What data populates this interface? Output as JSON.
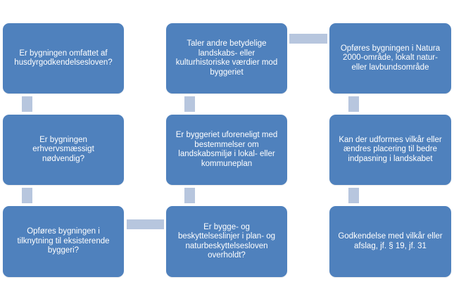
{
  "colors": {
    "box": "#4f81bd",
    "connector": "#b7c6de",
    "text": "#ffffff"
  },
  "boxes": {
    "c1r1": "Er bygningen omfattet  af\nhusdyrgodkendelsesloven?",
    "c1r2": "Er bygningen\nerhvervsmæssigt nødvendig?",
    "c1r3": "Opføres bygningen i\ntilknytning til eksisterende\nbyggeri?",
    "c2r1": "Taler andre betydelige\nlandskabs- eller\nkulturhistoriske værdier mod\nbyggeriet",
    "c2r2": "Er byggeriet uforeneligt med\nbestemmelser om\nlandskabsmiljø i lokal- eller\nkommuneplan",
    "c2r3": "Er bygge- og\nbeskyttelseslinjer i plan- og\nnaturbeskyttelsesloven\noverholdt?",
    "c3r1": "Opføres bygningen i Natura\n2000-område, lokalt natur-\neller lavbundsområde",
    "c3r2": "Kan der udformes vilkår eller\nændres placering til bedre\nindpasning i landskabet",
    "c3r3": "Godkendelse med vilkår eller\nafslag, jf. § 19, jf. 31"
  }
}
